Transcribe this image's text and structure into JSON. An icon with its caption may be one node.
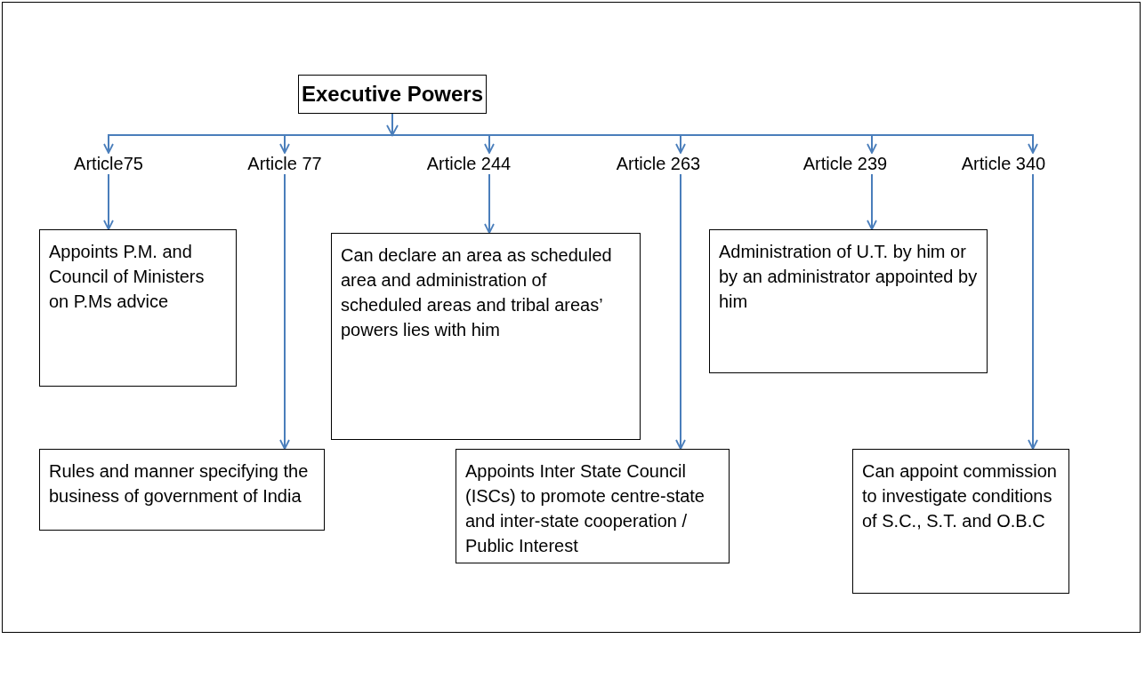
{
  "diagram": {
    "nodes": [
      {
        "text": [
          "Executive Powers"
        ]
      },
      {
        "text": [
          "Article75"
        ]
      },
      {
        "text": [
          "Article 77"
        ]
      },
      {
        "text": [
          "Article 244"
        ]
      },
      {
        "text": [
          "Article 263"
        ]
      },
      {
        "text": [
          "Article 239"
        ]
      },
      {
        "text": [
          "Article 340"
        ]
      },
      {
        "text": [
          "Appoints P.M. and Council of Ministers on P.Ms advice"
        ]
      },
      {
        "text": [
          "Can declare an area as scheduled area and administration of scheduled areas and tribal areas’ powers lies with him"
        ]
      },
      {
        "text": [
          "Administration of U.T. by him or by an administrator appointed by him"
        ]
      },
      {
        "text": [
          "Rules and manner specifying the business of government of India"
        ]
      },
      {
        "text": [
          "Appoints Inter State Council (ISCs) to promote centre-state and inter-state cooperation / Public Interest"
        ]
      },
      {
        "text": [
          "Can appoint commission to investigate conditions of S.C., S.T. and O.B.C"
        ]
      }
    ],
    "edges": [
      {
        "from": 0,
        "to": 1,
        "arrow": "to"
      },
      {
        "from": 0,
        "to": 2,
        "arrow": "to"
      },
      {
        "from": 0,
        "to": 3,
        "arrow": "to"
      },
      {
        "from": 0,
        "to": 4,
        "arrow": "to"
      },
      {
        "from": 0,
        "to": 5,
        "arrow": "to"
      },
      {
        "from": 0,
        "to": 6,
        "arrow": "to"
      },
      {
        "from": 1,
        "to": 7,
        "arrow": "to"
      },
      {
        "from": 3,
        "to": 8,
        "arrow": "to"
      },
      {
        "from": 5,
        "to": 9,
        "arrow": "to"
      },
      {
        "from": 2,
        "to": 10,
        "arrow": "to"
      },
      {
        "from": 4,
        "to": 11,
        "arrow": "to"
      },
      {
        "from": 6,
        "to": 12,
        "arrow": "to"
      }
    ]
  }
}
